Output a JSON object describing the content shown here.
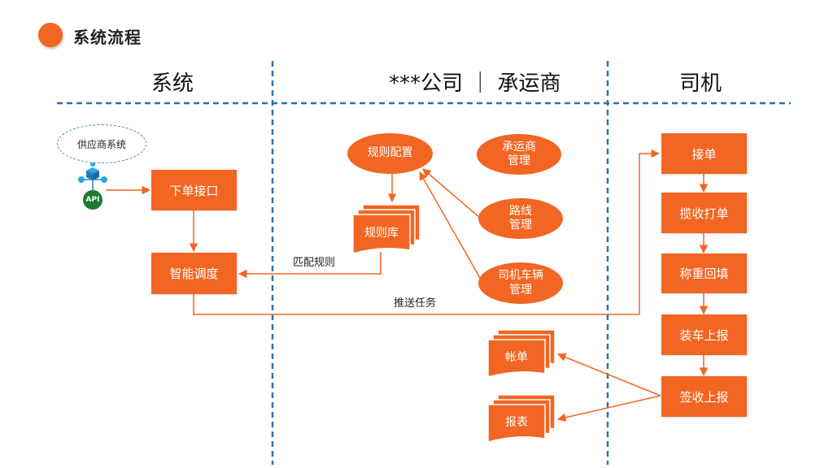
{
  "page_title": "系统流程",
  "lanes": {
    "system": "系统",
    "company": "***公司 ｜ 承运商",
    "driver": "司机"
  },
  "system": {
    "supplier": "供应商系统",
    "api": "API",
    "order_api": "下单接口",
    "dispatch": "智能调度"
  },
  "company": {
    "rule_config": "规则配置",
    "rule_lib": "规则库",
    "carrier_mgmt": "承运商\n管理",
    "route_mgmt": "路线\n管理",
    "vehicle_mgmt": "司机车辆\n管理",
    "bill": "帐单",
    "report": "报表"
  },
  "driver": {
    "accept": "接单",
    "pickup": "揽收打单",
    "weigh": "称重回填",
    "load": "装车上报",
    "sign": "签收上报"
  },
  "flow_labels": {
    "match_rules": "匹配规则",
    "push_task": "推送任务"
  },
  "colors": {
    "accent": "#f26522",
    "divider": "#2e6fad",
    "api_green": "#1e7a2e"
  }
}
